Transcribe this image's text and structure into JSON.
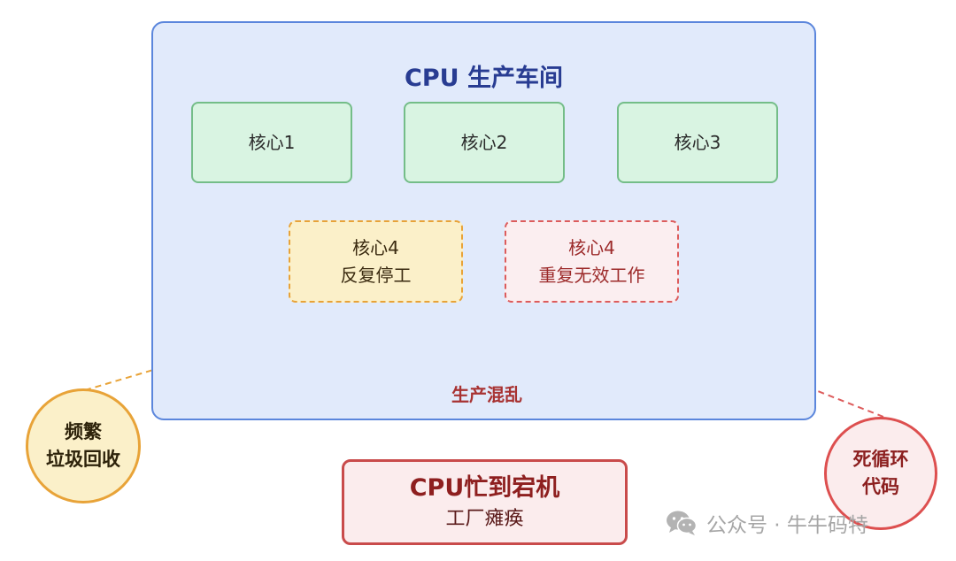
{
  "workshop": {
    "title": "CPU 生产车间"
  },
  "cores": [
    {
      "label": "核心1"
    },
    {
      "label": "核心2"
    },
    {
      "label": "核心3"
    }
  ],
  "core4_idle": {
    "name": "核心4",
    "state": "反复停工"
  },
  "core4_loop": {
    "name": "核心4",
    "state": "重复无效工作"
  },
  "chaos": {
    "label": "生产混乱"
  },
  "gc": {
    "line1": "频繁",
    "line2": "垃圾回收"
  },
  "dead_loop": {
    "line1": "死循环",
    "line2": "代码"
  },
  "crash": {
    "title": "CPU忙到宕机",
    "subtitle": "工厂瘫痪"
  },
  "watermark": {
    "text": "公众号 · 牛牛码特",
    "icon": "wechat-icon"
  },
  "colors": {
    "workshop_border": "#5b86dc",
    "core_green": "#74bd88",
    "idle_orange": "#e8a338",
    "loop_red": "#dd5c5c"
  }
}
